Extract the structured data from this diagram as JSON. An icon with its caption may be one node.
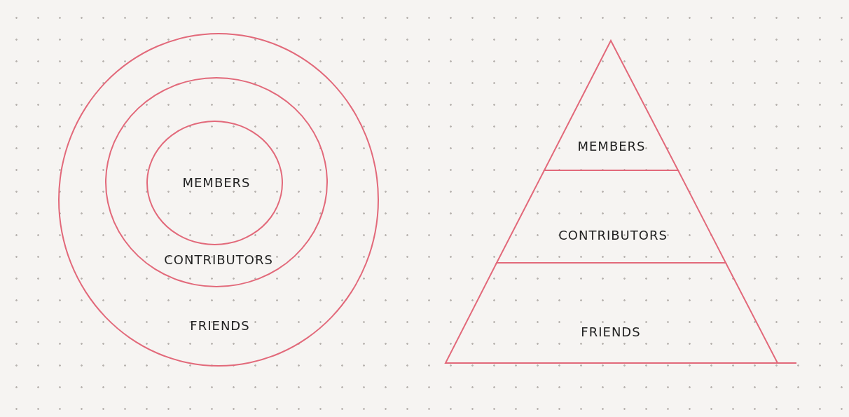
{
  "diagram": {
    "nodes": [
      {
        "text": [
          "FRIENDS"
        ]
      },
      {
        "text": [
          "CONTRIBUTORS"
        ],
        "in": 0
      },
      {
        "text": [
          "MEMBERS"
        ],
        "in": 1
      },
      {
        "text": [
          "MEMBERS"
        ]
      },
      {
        "text": [
          "CONTRIBUTORS"
        ]
      },
      {
        "text": [
          "FRIENDS"
        ]
      }
    ]
  }
}
